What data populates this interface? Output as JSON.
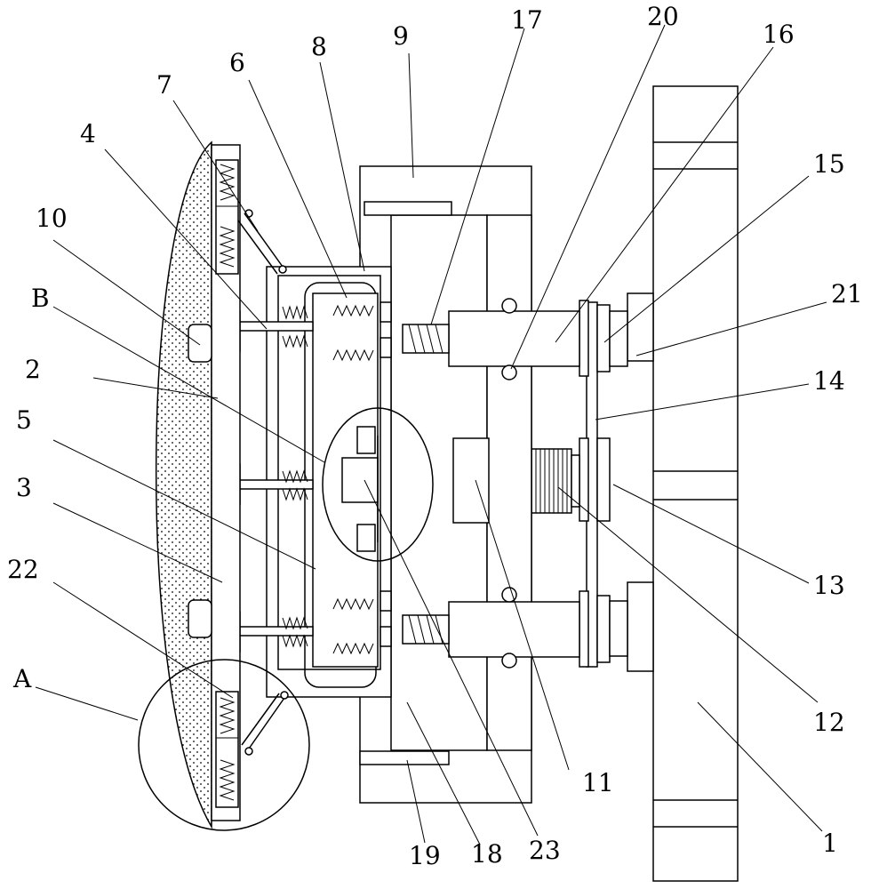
{
  "labels": [
    {
      "id": "p1",
      "text": "1"
    },
    {
      "id": "p2",
      "text": "2"
    },
    {
      "id": "p3",
      "text": "3"
    },
    {
      "id": "p4",
      "text": "4"
    },
    {
      "id": "p5",
      "text": "5"
    },
    {
      "id": "p6",
      "text": "6"
    },
    {
      "id": "p7",
      "text": "7"
    },
    {
      "id": "p8",
      "text": "8"
    },
    {
      "id": "p9",
      "text": "9"
    },
    {
      "id": "p10",
      "text": "10"
    },
    {
      "id": "p11",
      "text": "11"
    },
    {
      "id": "p12",
      "text": "12"
    },
    {
      "id": "p13",
      "text": "13"
    },
    {
      "id": "p14",
      "text": "14"
    },
    {
      "id": "p15",
      "text": "15"
    },
    {
      "id": "p16",
      "text": "16"
    },
    {
      "id": "p17",
      "text": "17"
    },
    {
      "id": "p18",
      "text": "18"
    },
    {
      "id": "p19",
      "text": "19"
    },
    {
      "id": "p20",
      "text": "20"
    },
    {
      "id": "p21",
      "text": "21"
    },
    {
      "id": "p22",
      "text": "22"
    },
    {
      "id": "p23",
      "text": "23"
    },
    {
      "id": "pA",
      "text": "A"
    },
    {
      "id": "pB",
      "text": "B"
    }
  ]
}
